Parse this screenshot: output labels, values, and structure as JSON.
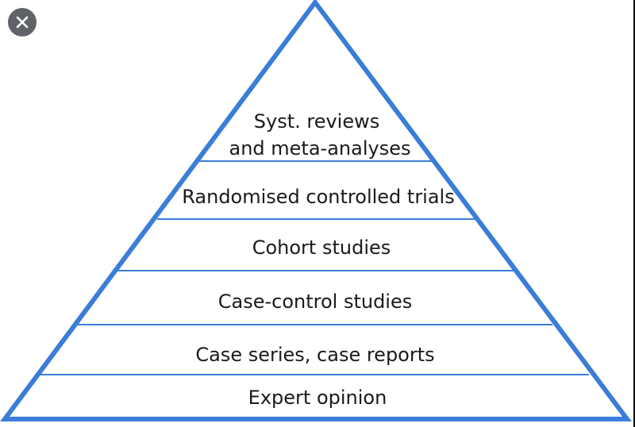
{
  "close_button": {
    "icon": "close-icon",
    "label": "Close"
  },
  "diagram": {
    "outline_color": "#3b7dd8",
    "divider_color": "#3b7dd8",
    "levels": [
      {
        "lines": [
          "Syst. reviews",
          "and meta-analyses"
        ]
      },
      {
        "lines": [
          "Randomised controlled trials"
        ]
      },
      {
        "lines": [
          "Cohort studies"
        ]
      },
      {
        "lines": [
          "Case-control studies"
        ]
      },
      {
        "lines": [
          "Case series, case reports"
        ]
      },
      {
        "lines": [
          "Expert opinion"
        ]
      }
    ]
  }
}
